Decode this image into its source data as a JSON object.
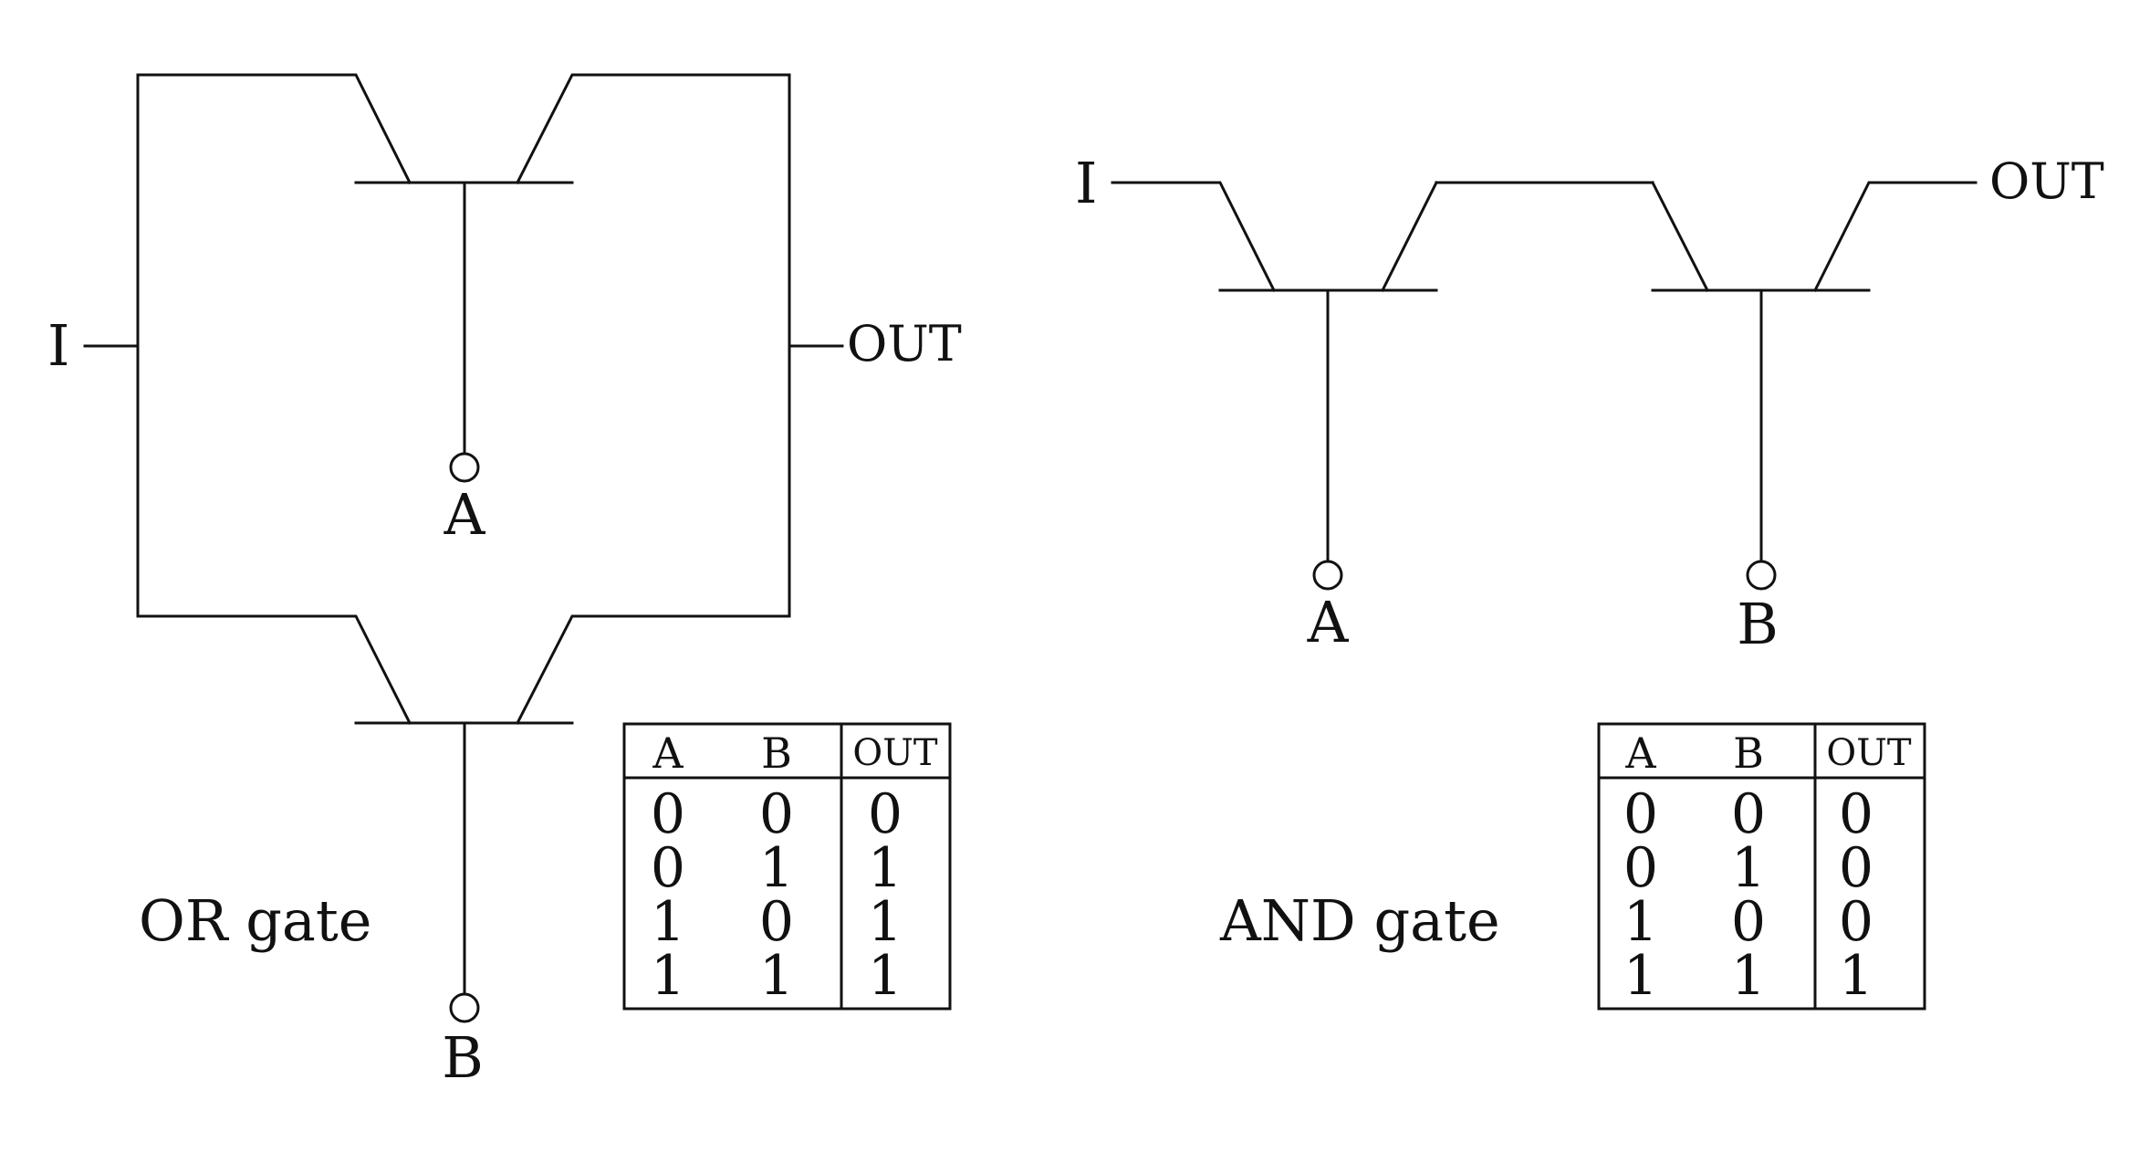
{
  "or_gate": {
    "title": "OR gate",
    "input_label": "I",
    "output_label": "OUT",
    "terminal_a": "A",
    "terminal_b": "B",
    "truth_table": {
      "headers": [
        "A",
        "B",
        "OUT"
      ],
      "rows": [
        [
          "0",
          "0",
          "0"
        ],
        [
          "0",
          "1",
          "1"
        ],
        [
          "1",
          "0",
          "1"
        ],
        [
          "1",
          "1",
          "1"
        ]
      ]
    }
  },
  "and_gate": {
    "title": "AND gate",
    "input_label": "I",
    "output_label": "OUT",
    "terminal_a": "A",
    "terminal_b": "B",
    "truth_table": {
      "headers": [
        "A",
        "B",
        "OUT"
      ],
      "rows": [
        [
          "0",
          "0",
          "0"
        ],
        [
          "0",
          "1",
          "0"
        ],
        [
          "1",
          "0",
          "0"
        ],
        [
          "1",
          "1",
          "1"
        ]
      ]
    }
  }
}
